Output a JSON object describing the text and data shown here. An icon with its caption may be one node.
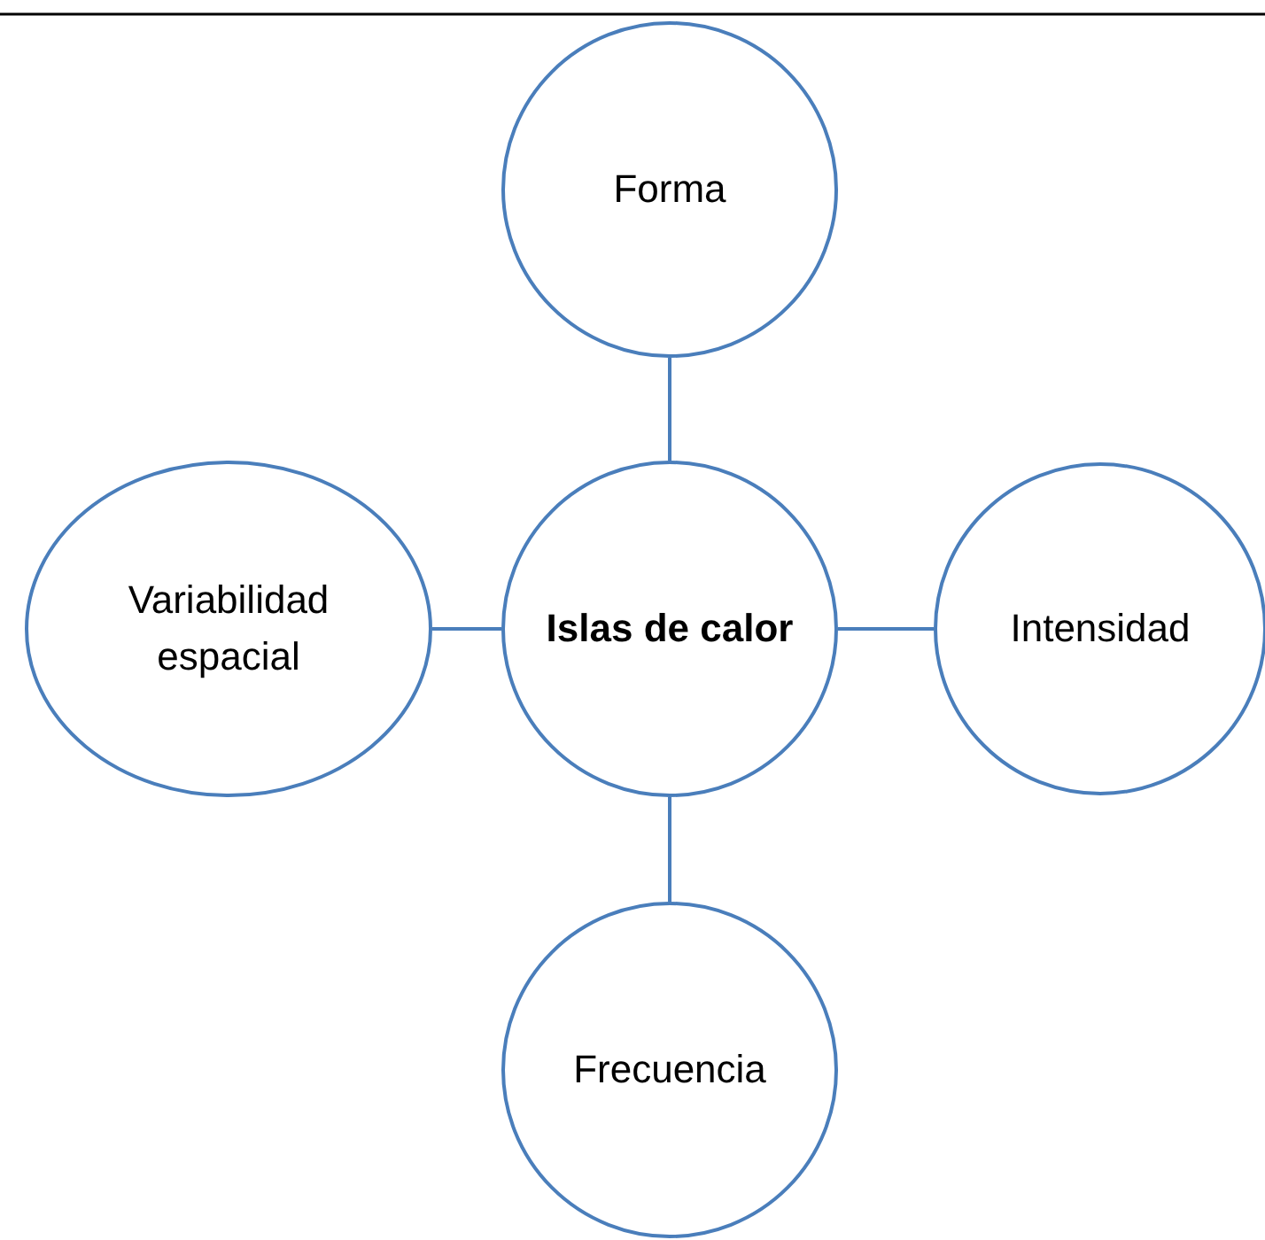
{
  "diagram": {
    "nodes": [
      {
        "text": [
          "Forma"
        ]
      },
      {
        "text": [
          "Variabilidad espacial"
        ]
      },
      {
        "text": [
          "Islas de calor"
        ]
      },
      {
        "text": [
          "Intensidad"
        ]
      },
      {
        "text": [
          "Frecuencia"
        ]
      }
    ],
    "edges": [
      {
        "from": 2,
        "to": 0,
        "arrow": "none"
      },
      {
        "from": 2,
        "to": 1,
        "arrow": "none"
      },
      {
        "from": 2,
        "to": 3,
        "arrow": "none"
      },
      {
        "from": 2,
        "to": 4,
        "arrow": "none"
      }
    ]
  }
}
